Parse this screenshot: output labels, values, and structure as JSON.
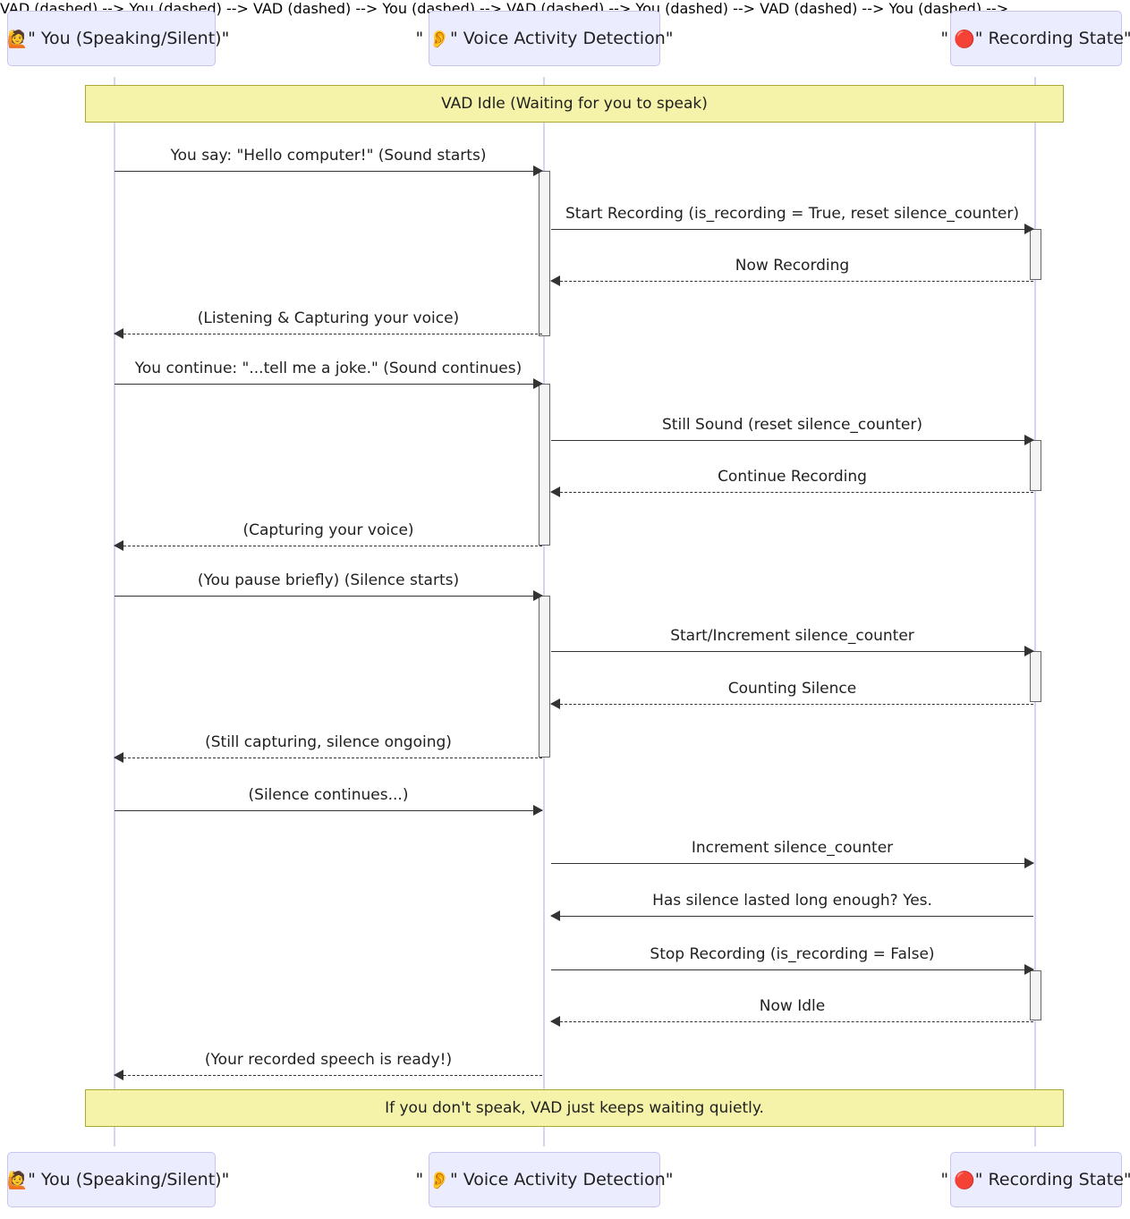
{
  "diagram": {
    "type": "sequence-diagram",
    "title": "Voice Activity Detection recording lifecycle"
  },
  "participants": [
    {
      "id": "you",
      "emoji": "🙋",
      "emoji_name": "person-raising-hand-emoji",
      "label": "\" 🙋 You (Speaking/Silent)\"",
      "text_only": "\" You (Speaking/Silent)\""
    },
    {
      "id": "vad",
      "emoji": "👂",
      "emoji_name": "ear-emoji",
      "label": "\" 👂 Voice Activity Detection\"",
      "text_only": "\" Voice Activity Detection\""
    },
    {
      "id": "rec",
      "emoji": "🔴",
      "emoji_name": "red-circle-emoji",
      "label": "\" 🔴 Recording State\"",
      "text_only": "\" Recording State\""
    }
  ],
  "notes": {
    "top": "VAD Idle (Waiting for you to speak)",
    "bottom": "If you don't speak, VAD just keeps waiting quietly."
  },
  "messages": [
    {
      "id": "m1",
      "text": "You say: \"Hello computer!\" (Sound starts)",
      "from": "you",
      "to": "vad",
      "style": "solid",
      "direction": "right"
    },
    {
      "id": "m2",
      "text": "Start Recording (is_recording = True, reset silence_counter)",
      "from": "vad",
      "to": "rec",
      "style": "solid",
      "direction": "right"
    },
    {
      "id": "m3",
      "text": "Now Recording",
      "from": "rec",
      "to": "vad",
      "style": "dashed",
      "direction": "left"
    },
    {
      "id": "m4",
      "text": "(Listening & Capturing your voice)",
      "from": "vad",
      "to": "you",
      "style": "dashed",
      "direction": "left"
    },
    {
      "id": "m5",
      "text": "You continue: \"...tell me a joke.\" (Sound continues)",
      "from": "you",
      "to": "vad",
      "style": "solid",
      "direction": "right"
    },
    {
      "id": "m6",
      "text": "Still Sound (reset silence_counter)",
      "from": "vad",
      "to": "rec",
      "style": "solid",
      "direction": "right"
    },
    {
      "id": "m7",
      "text": "Continue Recording",
      "from": "rec",
      "to": "vad",
      "style": "dashed",
      "direction": "left"
    },
    {
      "id": "m8",
      "text": "(Capturing your voice)",
      "from": "vad",
      "to": "you",
      "style": "dashed",
      "direction": "left"
    },
    {
      "id": "m9",
      "text": "(You pause briefly) (Silence starts)",
      "from": "you",
      "to": "vad",
      "style": "solid",
      "direction": "right"
    },
    {
      "id": "m10",
      "text": "Start/Increment silence_counter",
      "from": "vad",
      "to": "rec",
      "style": "solid",
      "direction": "right"
    },
    {
      "id": "m11",
      "text": "Counting Silence",
      "from": "rec",
      "to": "vad",
      "style": "dashed",
      "direction": "left"
    },
    {
      "id": "m12",
      "text": "(Still capturing, silence ongoing)",
      "from": "vad",
      "to": "you",
      "style": "dashed",
      "direction": "left"
    },
    {
      "id": "m13",
      "text": "(Silence continues...)",
      "from": "you",
      "to": "vad",
      "style": "solid",
      "direction": "right"
    },
    {
      "id": "m14",
      "text": "Increment silence_counter",
      "from": "vad",
      "to": "rec",
      "style": "solid",
      "direction": "right"
    },
    {
      "id": "m15",
      "text": "Has silence lasted long enough? Yes.",
      "from": "rec",
      "to": "vad",
      "style": "solid",
      "direction": "left"
    },
    {
      "id": "m16",
      "text": "Stop Recording (is_recording = False)",
      "from": "vad",
      "to": "rec",
      "style": "solid",
      "direction": "right"
    },
    {
      "id": "m17",
      "text": "Now Idle",
      "from": "rec",
      "to": "vad",
      "style": "dashed",
      "direction": "left"
    },
    {
      "id": "m18",
      "text": "(Your recorded speech is ready!)",
      "from": "vad",
      "to": "you",
      "style": "dashed",
      "direction": "left"
    }
  ],
  "colors": {
    "actor_box_fill": "#ECECFF",
    "actor_box_border": "#c7c4f0",
    "note_fill": "#f5f3a9",
    "note_border": "#aaaa33",
    "lifeline": "#d6d2f8",
    "arrow": "#333333",
    "activation_fill": "#f4f4f4",
    "activation_border": "#666666",
    "background": "#ffffff"
  }
}
